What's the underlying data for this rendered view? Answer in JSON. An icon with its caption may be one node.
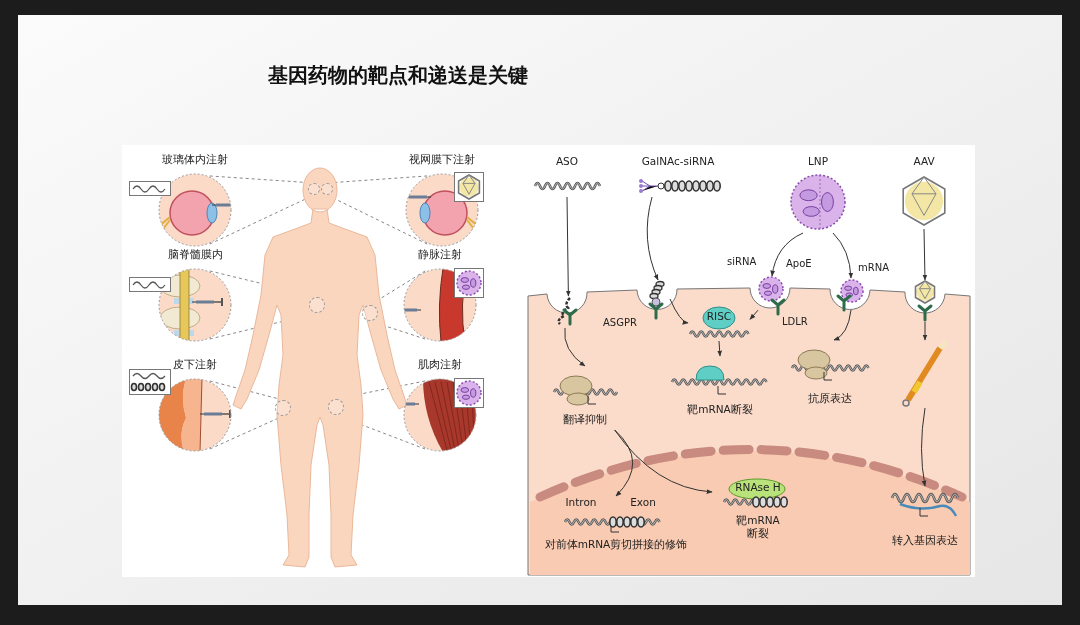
{
  "diagram": {
    "title": "基因药物的靶点和递送是关键",
    "nodes": [
      {
        "text": [],
        "shape": "person"
      },
      {
        "text": [],
        "shape": "circle",
        "in": 0
      },
      {
        "text": [],
        "shape": "circle",
        "in": 0
      },
      {
        "text": [],
        "shape": "circle",
        "in": 0
      },
      {
        "text": [],
        "shape": "circle",
        "in": 0
      },
      {
        "text": [],
        "shape": "circle",
        "in": 0
      },
      {
        "text": [],
        "shape": "circle",
        "in": 0
      },
      {
        "text": [
          "玻璃体内注射"
        ]
      },
      {
        "text": [
          "视网膜下注射"
        ]
      },
      {
        "text": [
          "脑脊髓膜内"
        ]
      },
      {
        "text": [
          "静脉注射"
        ]
      },
      {
        "text": [
          "皮下注射"
        ]
      },
      {
        "text": [
          "肌肉注射"
        ]
      },
      {
        "text": [
          "ASO"
        ]
      },
      {
        "text": [
          "GalNAc-siRNA"
        ]
      },
      {
        "text": [
          "LNP"
        ]
      },
      {
        "text": [
          "AAV"
        ]
      },
      {
        "text": [],
        "shape": "picture"
      },
      {
        "text": [],
        "shape": "picture"
      },
      {
        "text": [],
        "shape": "picture"
      },
      {
        "text": [],
        "shape": "picture"
      },
      {
        "text": [],
        "shape": "picture"
      },
      {
        "text": [
          "RISC"
        ]
      },
      {
        "text": [
          "翻译抑制"
        ]
      },
      {
        "text": [
          "靶mRNA断裂"
        ]
      },
      {
        "text": [
          "抗原表达"
        ]
      },
      {
        "text": [],
        "shape": "picture"
      },
      {
        "text": [
          "Intron",
          "Exon",
          "对前体mRNA剪切拼接的修饰"
        ]
      },
      {
        "text": [
          "RNAse H",
          "靶mRNA断裂"
        ]
      },
      {
        "text": [
          "转入基因表达"
        ]
      }
    ],
    "edges": [
      {
        "from": 7,
        "to": 1,
        "arrow": "none",
        "style": "dashed"
      },
      {
        "from": 7,
        "to": 1,
        "arrow": "none",
        "style": "dashed"
      },
      {
        "from": 8,
        "to": 2,
        "arrow": "none",
        "style": "dashed"
      },
      {
        "from": 8,
        "to": 2,
        "arrow": "none",
        "style": "dashed"
      },
      {
        "from": 9,
        "to": 3,
        "arrow": "none",
        "style": "dashed"
      },
      {
        "from": 9,
        "to": 3,
        "arrow": "none",
        "style": "dashed"
      },
      {
        "from": 10,
        "to": 4,
        "arrow": "none",
        "style": "dashed"
      },
      {
        "from": 10,
        "to": 4,
        "arrow": "none",
        "style": "dashed"
      },
      {
        "from": 11,
        "to": 5,
        "arrow": "none",
        "style": "dashed"
      },
      {
        "from": 11,
        "to": 5,
        "arrow": "none",
        "style": "dashed"
      },
      {
        "from": 12,
        "to": 6,
        "arrow": "none",
        "style": "dashed"
      },
      {
        "from": 12,
        "to": 6,
        "arrow": "none",
        "style": "dashed"
      },
      {
        "from": 13,
        "to": 17,
        "arrow": "to"
      },
      {
        "from": 17,
        "to": 23,
        "arrow": "to"
      },
      {
        "from": 23,
        "to": 27,
        "arrow": "to"
      },
      {
        "from": 23,
        "to": 28,
        "arrow": "to"
      },
      {
        "from": 14,
        "to": 18,
        "arrow": "to"
      },
      {
        "from": 18,
        "to": 22,
        "arrow": "to"
      },
      {
        "from": 15,
        "to": 19,
        "arrow": "to"
      },
      {
        "from": 15,
        "to": 20,
        "arrow": "to"
      },
      {
        "from": 19,
        "to": 22,
        "arrow": "to"
      },
      {
        "from": 22,
        "to": 24,
        "arrow": "to"
      },
      {
        "from": 20,
        "to": 25,
        "arrow": "to"
      },
      {
        "from": 16,
        "to": 21,
        "arrow": "to"
      },
      {
        "from": 21,
        "to": 26,
        "arrow": "to"
      },
      {
        "from": 26,
        "to": 29,
        "arrow": "to"
      }
    ],
    "labels": [
      "siRNA",
      "ApoE",
      "mRNA",
      "ASGPR",
      "LDLR"
    ]
  }
}
